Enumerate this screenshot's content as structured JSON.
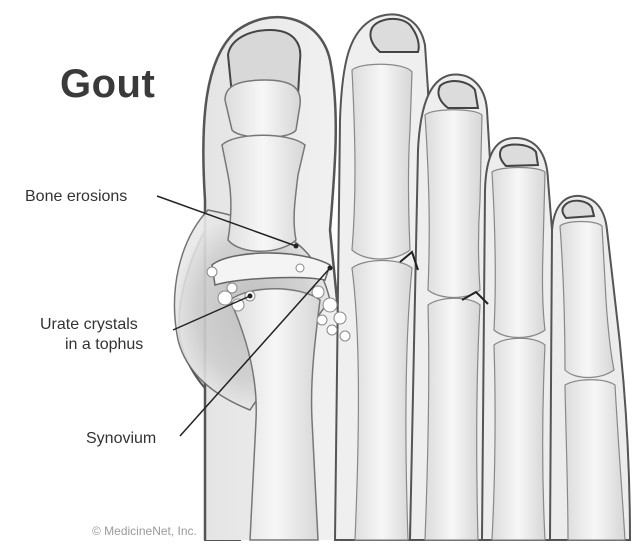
{
  "diagram": {
    "title": "Gout",
    "labels": {
      "bone_erosions": "Bone erosions",
      "urate_line1": "Urate crystals",
      "urate_line2": "in a tophus",
      "synovium": "Synovium"
    },
    "copyright": "© MedicineNet, Inc."
  }
}
